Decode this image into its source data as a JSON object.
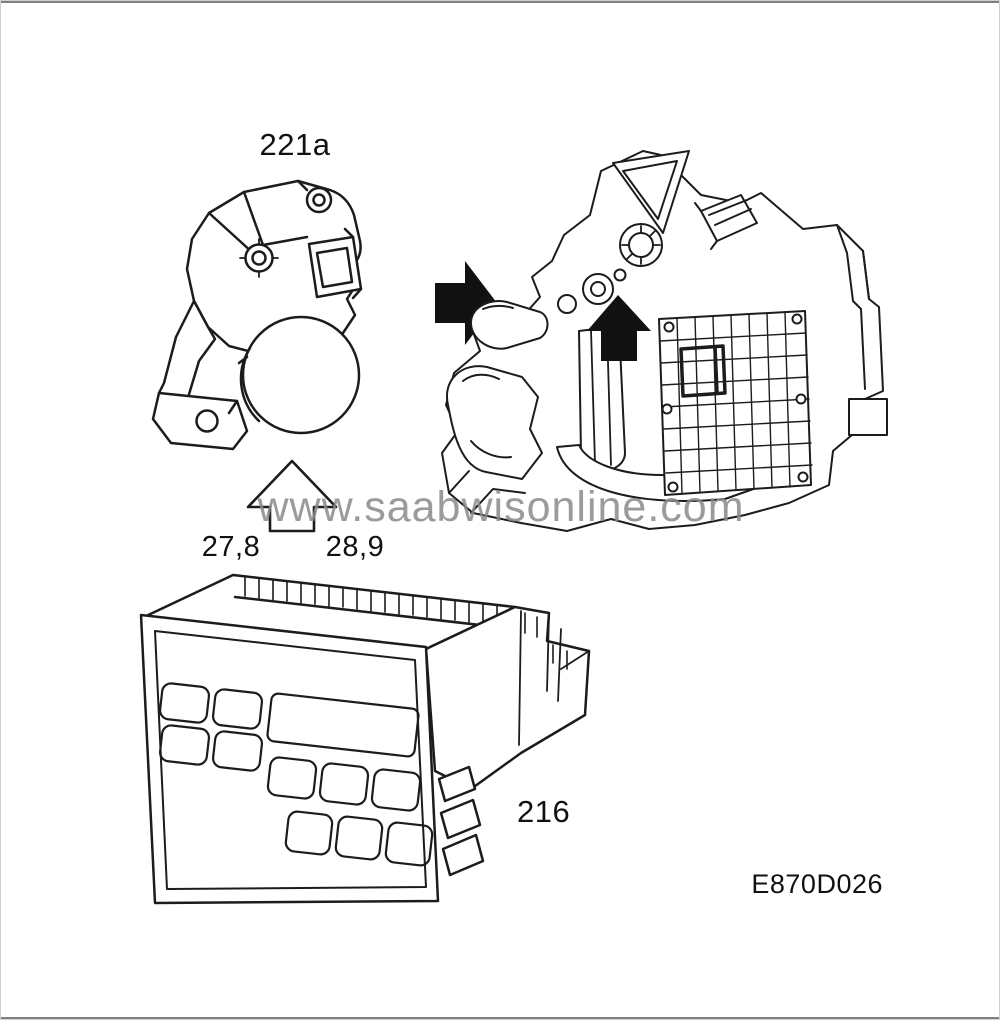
{
  "figure": {
    "type": "technical-illustration",
    "watermark": "www.saabwisonline.com",
    "figure_code": "E870D026",
    "callouts": {
      "actuator": "221a",
      "torque_left": "27,8",
      "torque_right": "28,9",
      "control_unit": "216"
    },
    "icons": {
      "transfer_arrow": "solid-right-arrow",
      "install_direction_arrow": "solid-up-arrow",
      "fitment_arrow": "outline-up-arrow"
    },
    "colors": {
      "line": "#1c1c1c",
      "background": "#ffffff",
      "watermark": "#8a8a8a",
      "arrow": "#111111"
    }
  }
}
